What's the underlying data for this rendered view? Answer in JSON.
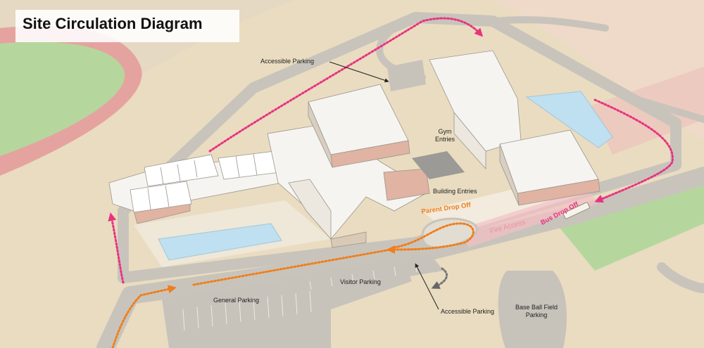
{
  "title": "Site Circulation Diagram",
  "labels": {
    "accessible_parking_top": "Accessible Parking",
    "gym_entries_1": "Gym",
    "gym_entries_2": "Entries",
    "building_entries": "Building Entries",
    "parent_drop_off": "Parent Drop Off",
    "bus_drop_off": "Bus Drop Off",
    "fire_access": "Fire Access",
    "visitor_parking": "Visitor Parking",
    "general_parking": "General Parking",
    "accessible_parking_bottom": "Accessible Parking",
    "baseball_parking_1": "Base Ball Field",
    "baseball_parking_2": "Parking"
  },
  "colors": {
    "ground": "#e9dcc0",
    "field_green": "#b5d79d",
    "track_red": "#e5a3a0",
    "pool_blue": "#bfe0f0",
    "road_gray": "#c8c4bc",
    "building_roof": "#f6f4f1",
    "building_wall": "#e0b3a3",
    "parent_route": "#f07e1a",
    "bus_route": "#e8337f",
    "fire_lane": "#f4c0c5",
    "visitor_route": "#777777"
  }
}
